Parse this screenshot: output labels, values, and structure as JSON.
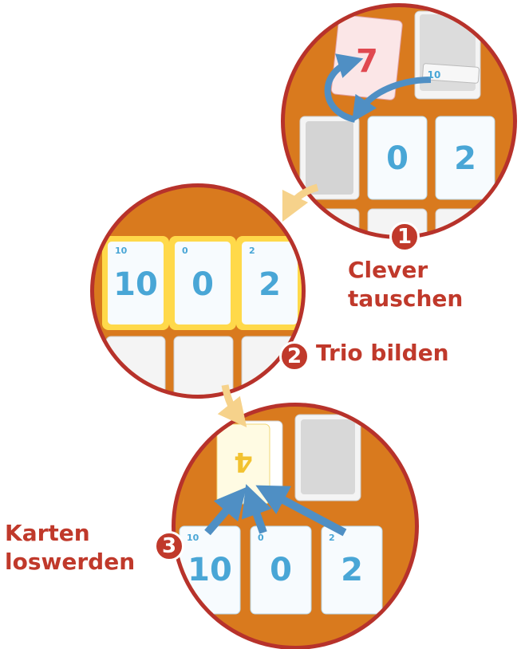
{
  "colors": {
    "accent_red": "#c0392b",
    "ring_red": "#b7322b",
    "table_orange": "#d97a1e",
    "card_blue": "#49a6d6",
    "card_back_grey": "#bdbdbd",
    "card_highlight_yellow": "#ffd94a",
    "card_red_seven": "#e04850"
  },
  "steps": [
    {
      "number": "1",
      "label_line1": "Clever",
      "label_line2": "tauschen"
    },
    {
      "number": "2",
      "label_line1": "Trio bilden"
    },
    {
      "number": "3",
      "label_line1": "Karten",
      "label_line2": "loswerden"
    }
  ],
  "cards": {
    "step1": {
      "stack_top_value": "7",
      "stack_corner_value": "10",
      "row_values": [
        "0",
        "2"
      ]
    },
    "step2": {
      "trio_values": [
        "10",
        "0",
        "2"
      ],
      "trio_corner_values": [
        "10",
        "0",
        "2"
      ]
    },
    "step3": {
      "discard_value": "4",
      "row_values": [
        "10",
        "0",
        "2"
      ],
      "row_corner_values": [
        "10",
        "0",
        "2"
      ]
    }
  }
}
